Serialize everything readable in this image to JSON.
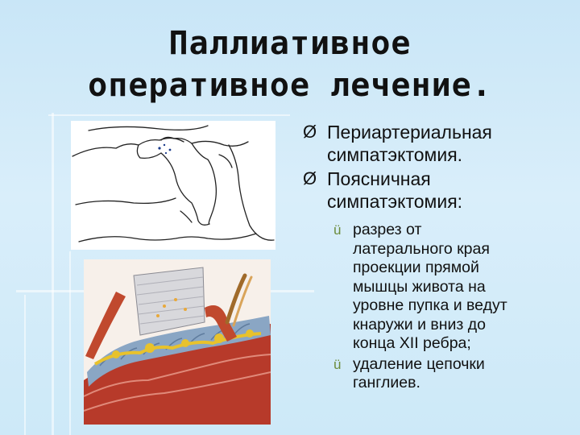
{
  "title": {
    "line1": "Паллиативное",
    "line2": "оперативное лечение."
  },
  "bullets": [
    {
      "marker": "Ø",
      "lines": [
        "Периартериальная",
        "симпатэктомия."
      ]
    },
    {
      "marker": "Ø",
      "lines": [
        "Поясничная",
        "симпатэктомия:"
      ]
    }
  ],
  "subbullets": [
    {
      "marker": "ü",
      "lines": [
        "разрез от",
        "латерального края",
        "проекции прямой",
        "мышцы живота на",
        "уровне пупка и ведут",
        "кнаружи и вниз до",
        "конца XII ребра;"
      ]
    },
    {
      "marker": "ü",
      "lines": [
        "удаление цепочки",
        "ганглиев."
      ]
    }
  ]
}
